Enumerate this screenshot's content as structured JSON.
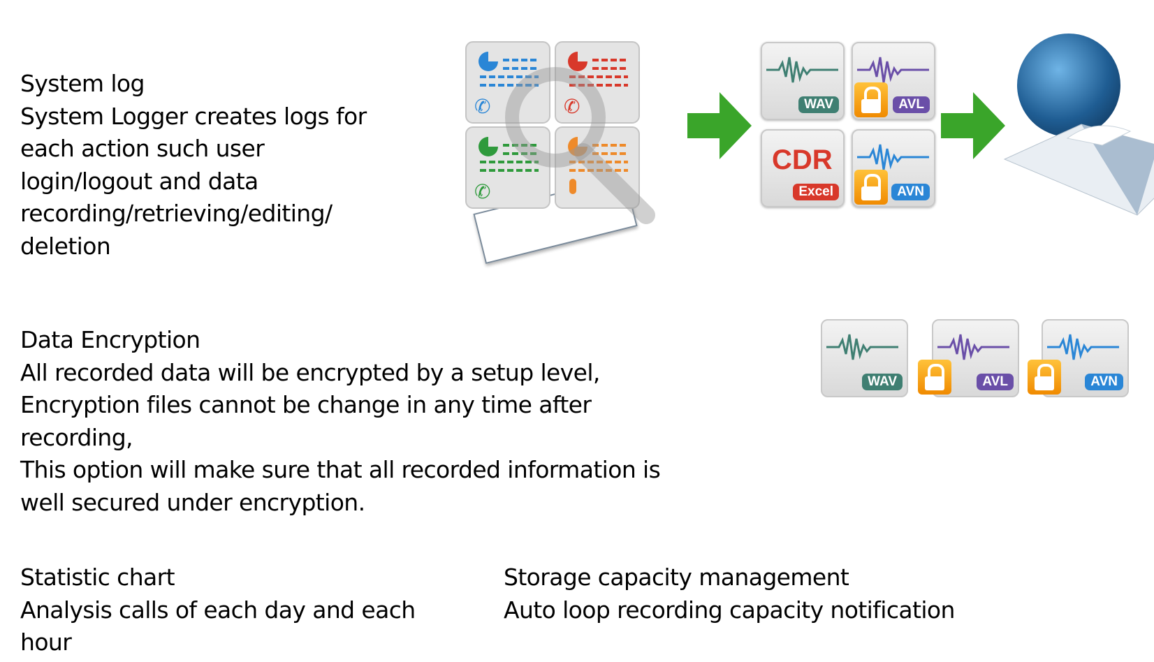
{
  "system_log": {
    "title": "System log",
    "lines": [
      "System Logger creates logs for",
      "each action such user",
      "login/logout and data",
      "recording/retrieving/editing/",
      "deletion"
    ]
  },
  "data_encryption": {
    "title": "Data Encryption",
    "lines": [
      "All recorded data will be encrypted by a setup level,",
      "Encryption files cannot be change in any time after",
      "recording,",
      "This option will make sure that all recorded information is",
      "well secured under encryption."
    ]
  },
  "statistic_chart": {
    "title": "Statistic chart",
    "lines": [
      "Analysis calls of each day and each",
      "hour"
    ]
  },
  "storage": {
    "title": "Storage capacity management",
    "lines": [
      "Auto loop recording capacity notification"
    ]
  },
  "file_tags": {
    "wav": "WAV",
    "avl": "AVL",
    "avn": "AVN",
    "cdr": "CDR",
    "excel": "Excel"
  },
  "colors": {
    "wav": "#3f7f72",
    "avl": "#6a4fa8",
    "avn": "#2a86d6",
    "cdr": "#d8382a",
    "arrow": "#3aa52a"
  }
}
